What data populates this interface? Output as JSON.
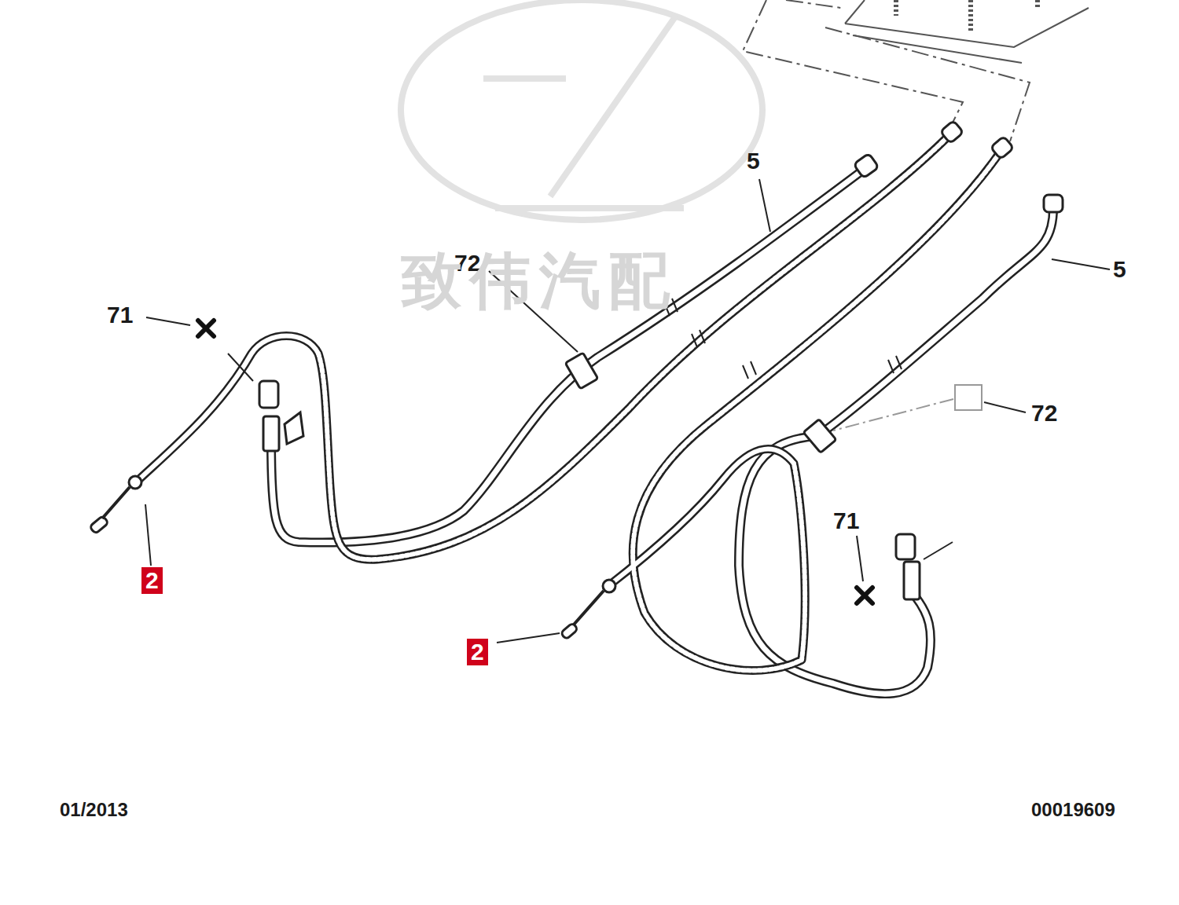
{
  "diagram": {
    "nodes": [
      {
        "text": [
          "2"
        ]
      },
      {
        "text": [
          "2"
        ]
      }
    ],
    "labels": [
      "5",
      "72",
      "5",
      "71",
      "72",
      "71",
      "01/2013",
      "00019609",
      "致伟汽配"
    ]
  }
}
